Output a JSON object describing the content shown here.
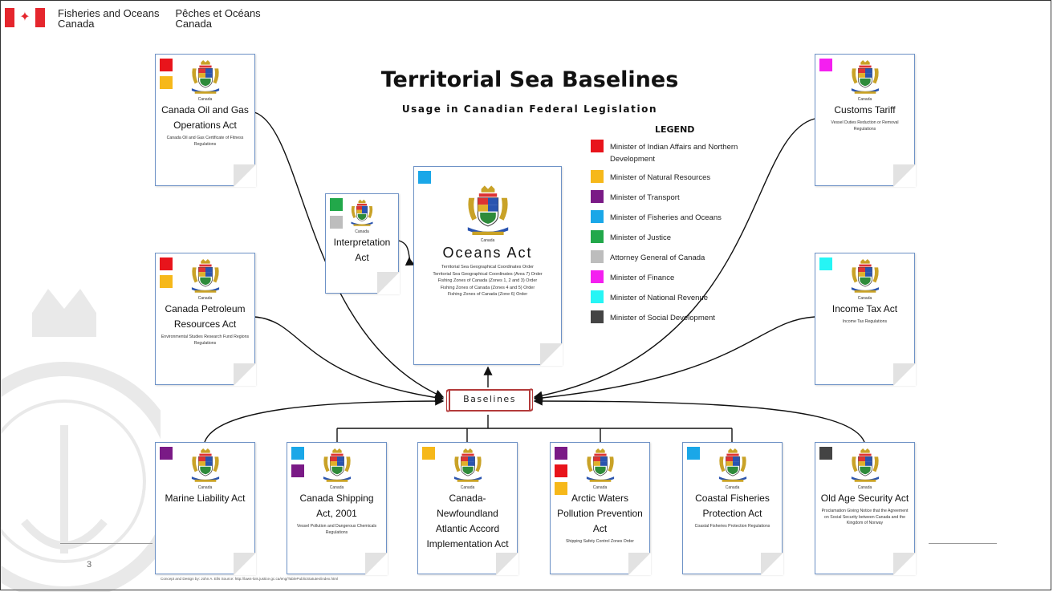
{
  "header": {
    "dept_en": [
      "Fisheries and Oceans",
      "Canada"
    ],
    "dept_fr": [
      "Pêches et Océans",
      "Canada"
    ]
  },
  "title": "Territorial Sea Baselines",
  "subtitle": "Usage in Canadian Federal Legislation",
  "legend": {
    "title": "LEGEND",
    "items": [
      {
        "label": "Minister of Indian Affairs and Northern Development",
        "color": "#e8141b"
      },
      {
        "label": "Minister of Natural Resources",
        "color": "#f6b81a"
      },
      {
        "label": "Minister of Transport",
        "color": "#7a1a86"
      },
      {
        "label": "Minister of Fisheries and Oceans",
        "color": "#1aa7e8"
      },
      {
        "label": "Minister of Justice",
        "color": "#22a84a"
      },
      {
        "label": "Attorney General of Canada",
        "color": "#bdbdbd"
      },
      {
        "label": "Minister of Finance",
        "color": "#f41ff0"
      },
      {
        "label": "Minister of National Revenue",
        "color": "#26f5f5"
      },
      {
        "label": "Minister of Social Development",
        "color": "#444444"
      }
    ]
  },
  "canada_label": "Canada",
  "documents": {
    "oil_gas": {
      "title": "Canada Oil and Gas Operations Act",
      "sub": "Canada Oil and Gas Certificate of Fitness Regulations",
      "colors": [
        "#e8141b",
        "#f6b81a"
      ]
    },
    "petroleum": {
      "title": "Canada Petroleum Resources Act",
      "sub": "Environmental Studies Research Fund Regions Regulations",
      "colors": [
        "#e8141b",
        "#f6b81a"
      ]
    },
    "interpretation": {
      "title": "Interpretation Act",
      "sub": "",
      "colors": [
        "#22a84a",
        "#bdbdbd"
      ]
    },
    "oceans": {
      "title": "Oceans Act",
      "sub": "Territorial Sea Geographical Coordinates Order\nTerritorial Sea Geographical Coordinates (Area 7) Order\nFishing Zones of Canada (Zones 1, 2 and 3) Order\nFishing Zones of Canada (Zones 4 and 5) Order\nFishing Zones of Canada (Zone 6) Order",
      "colors": [
        "#1aa7e8"
      ]
    },
    "customs": {
      "title": "Customs Tariff",
      "sub": "Vessel Duties Reduction or Removal Regulations",
      "colors": [
        "#f41ff0"
      ]
    },
    "income_tax": {
      "title": "Income Tax Act",
      "sub": "Income Tax Regulations",
      "colors": [
        "#26f5f5"
      ]
    },
    "marine": {
      "title": "Marine Liability Act",
      "sub": "",
      "colors": [
        "#7a1a86"
      ]
    },
    "shipping": {
      "title": "Canada Shipping Act, 2001",
      "sub": "Vessel Pollution and Dangerous Chemicals Regulations",
      "colors": [
        "#1aa7e8",
        "#7a1a86"
      ]
    },
    "newfoundland": {
      "title": "Canada-Newfoundland Atlantic Accord Implementation Act",
      "sub": "",
      "colors": [
        "#f6b81a"
      ]
    },
    "arctic": {
      "title": "Arctic Waters Pollution Prevention Act",
      "sub": "Shipping Safety Control Zones Order",
      "colors": [
        "#7a1a86",
        "#e8141b",
        "#f6b81a"
      ]
    },
    "coastal": {
      "title": "Coastal Fisheries Protection Act",
      "sub": "Coastal Fisheries Protection Regulations",
      "colors": [
        "#1aa7e8"
      ]
    },
    "old_age": {
      "title": "Old Age Security Act",
      "sub": "Proclamation Giving Notice that the Agreement on Social Security between Canada and the Kingdom of Norway",
      "colors": [
        "#444444"
      ]
    }
  },
  "baselines_label": "Baselines",
  "footer_note": "Concept and Design by: John A. Ells Source: http://laws-lois.justice.gc.ca/eng/TablePublicStatutes/index.html",
  "page_number": "3"
}
